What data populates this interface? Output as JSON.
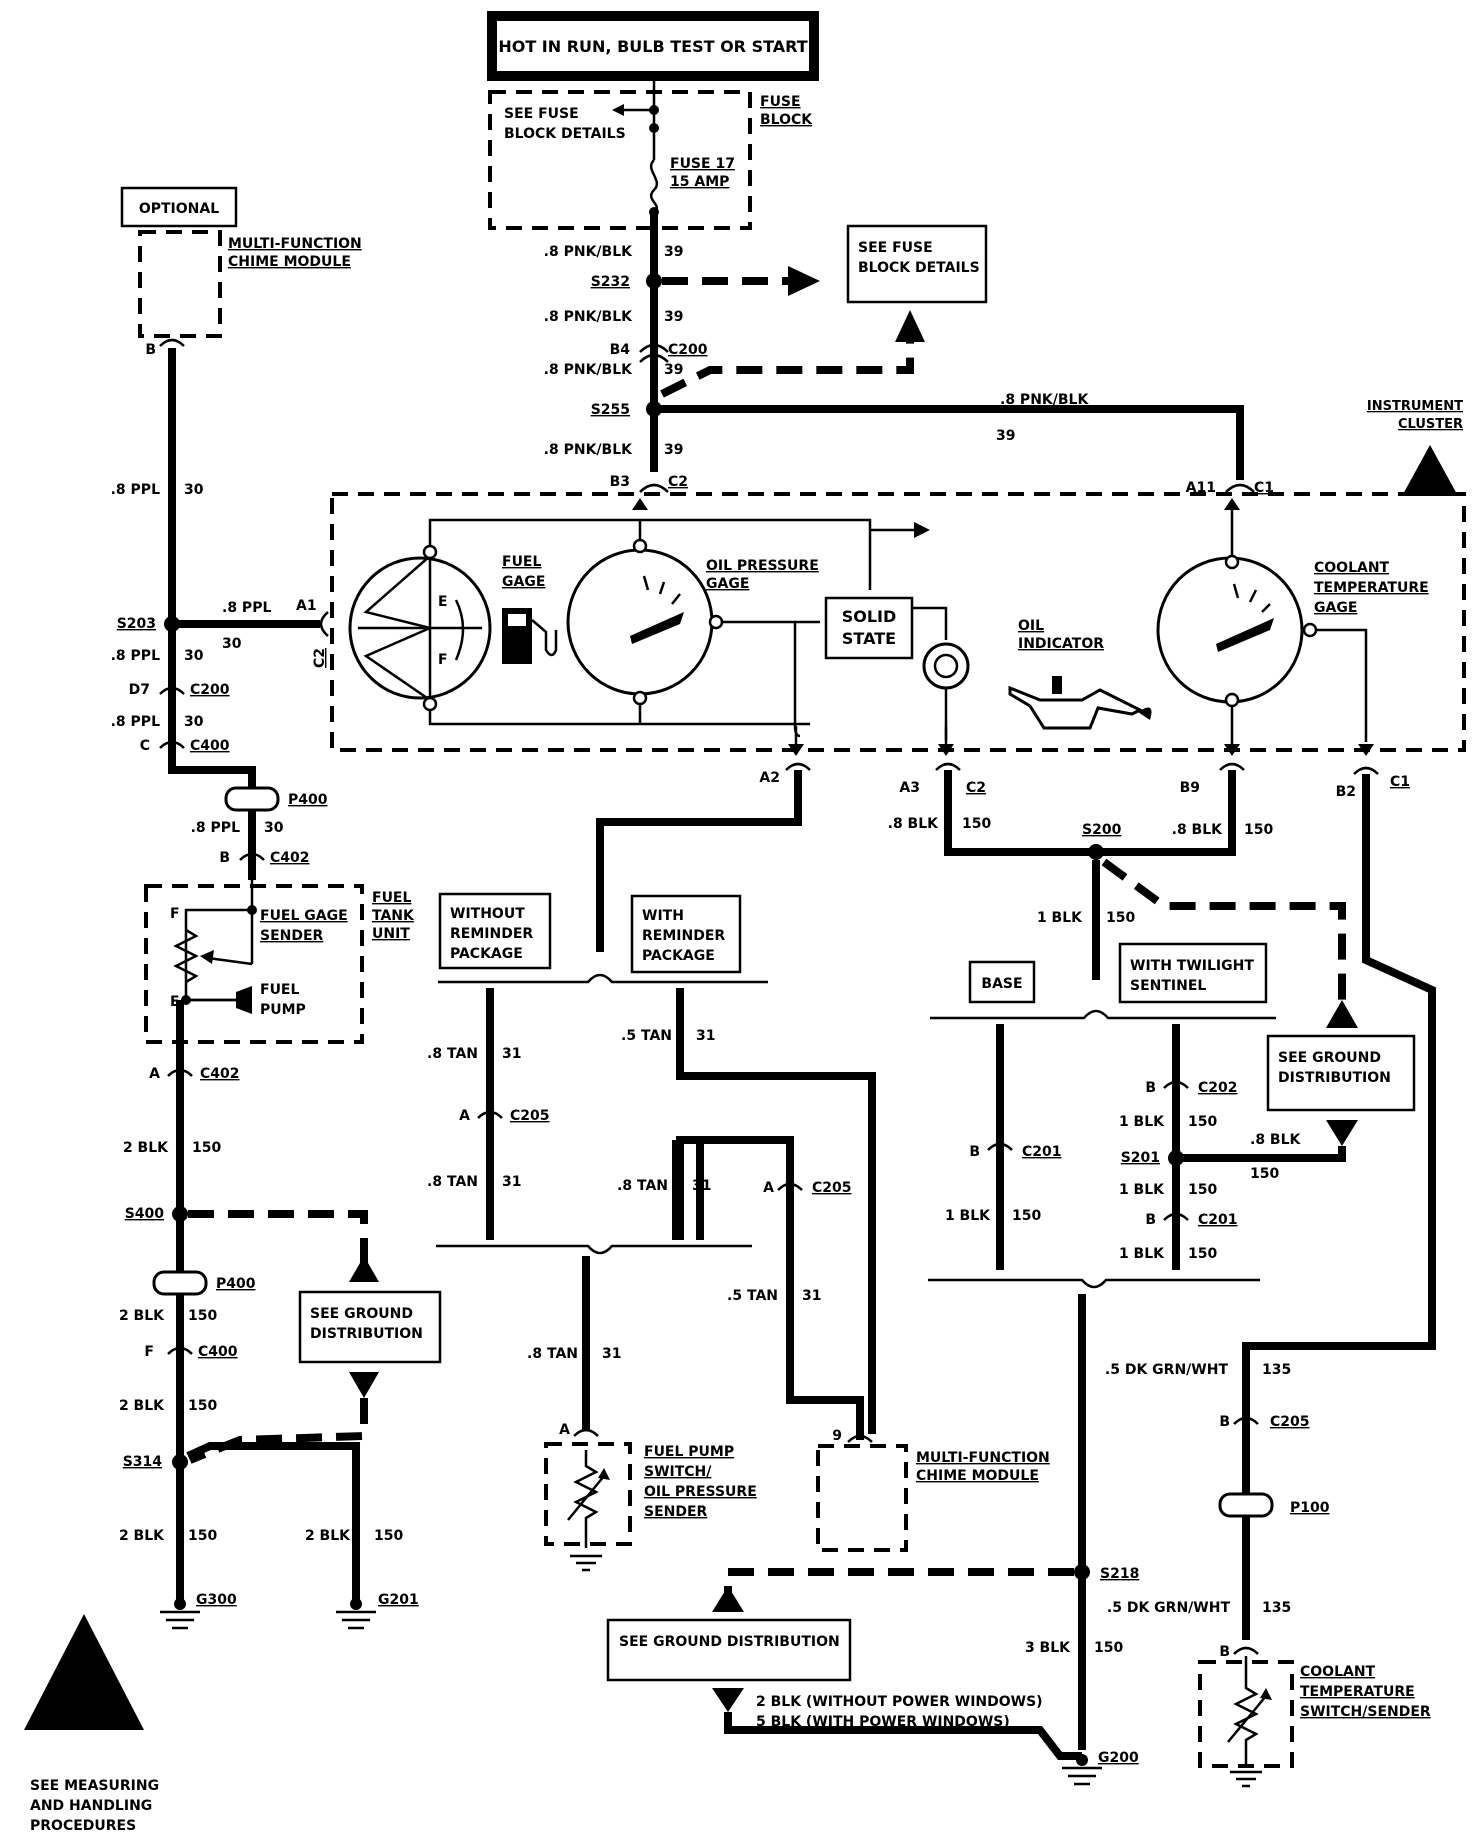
{
  "header": {
    "title": "HOT IN RUN, BULB TEST OR START"
  },
  "fuse_block": {
    "see_details": [
      "SEE FUSE",
      "BLOCK DETAILS"
    ],
    "label": [
      "FUSE",
      "BLOCK"
    ],
    "fuse": [
      "FUSE 17",
      "15 AMP"
    ]
  },
  "see_fuse_block_details": [
    "SEE FUSE",
    "BLOCK DETAILS"
  ],
  "optional": "OPTIONAL",
  "chime_module_top": [
    "MULTI-FUNCTION",
    "CHIME MODULE"
  ],
  "chime_module_bottom": [
    "MULTI-FUNCTION",
    "CHIME MODULE"
  ],
  "instrument_cluster": [
    "INSTRUMENT",
    "CLUSTER"
  ],
  "gauges": {
    "fuel": [
      "FUEL",
      "GAGE"
    ],
    "oil_pressure": [
      "OIL PRESSURE",
      "GAGE"
    ],
    "solid_state": [
      "SOLID",
      "STATE"
    ],
    "oil_indicator": [
      "OIL",
      "INDICATOR"
    ],
    "coolant": [
      "COOLANT",
      "TEMPERATURE",
      "GAGE"
    ],
    "fuel_e": "E",
    "fuel_f": "F"
  },
  "fuel_tank_unit": {
    "label": [
      "FUEL",
      "TANK",
      "UNIT"
    ],
    "sender": [
      "FUEL GAGE",
      "SENDER"
    ],
    "pump": [
      "FUEL",
      "PUMP"
    ],
    "pin_f": "F",
    "pin_e": "E"
  },
  "packages": {
    "without": [
      "WITHOUT",
      "REMINDER",
      "PACKAGE"
    ],
    "with": [
      "WITH",
      "REMINDER",
      "PACKAGE"
    ],
    "base": "BASE",
    "twilight": [
      "WITH TWILIGHT",
      "SENTINEL"
    ]
  },
  "ground_distribution": {
    "left": [
      "SEE GROUND",
      "DISTRIBUTION"
    ],
    "right": [
      "SEE GROUND",
      "DISTRIBUTION"
    ],
    "bottom": "SEE GROUND DISTRIBUTION"
  },
  "sensors": {
    "fuel_pump_switch": [
      "FUEL PUMP",
      "SWITCH/",
      "OIL PRESSURE",
      "SENDER"
    ],
    "coolant_switch": [
      "COOLANT",
      "TEMPERATURE",
      "SWITCH/SENDER"
    ]
  },
  "esd_note": [
    "SEE MEASURING",
    "AND HANDLING",
    "PROCEDURES"
  ],
  "wire_labels": {
    "w1": ".8 PNK/BLK",
    "n1": "39",
    "s232": "S232",
    "w2": ".8 PNK/BLK",
    "n2": "39",
    "b4": "B4",
    "c200a": "C200",
    "w3": ".8 PNK/BLK",
    "n3": "39",
    "s255": "S255",
    "w4": ".8 PNK/BLK",
    "n4": "39",
    "b3": "B3",
    "c2a": "C2",
    "w5": ".8 PNK/BLK",
    "n5": "39",
    "a11": "A11",
    "c1a": "C1",
    "pin_b_top": "B",
    "w6": ".8 PPL",
    "n6": "30",
    "s203": "S203",
    "w7": ".8 PPL",
    "n7": "30",
    "a1": "A1",
    "c2b": "C2",
    "w8": ".8 PPL",
    "n8": "30",
    "d7": "D7",
    "c200b": "C200",
    "w9": ".8 PPL",
    "n9": "30",
    "pin_c": "C",
    "c400a": "C400",
    "p400a": "P400",
    "w10": ".8 PPL",
    "n10": "30",
    "pin_b2": "B",
    "c402a": "C402",
    "pin_a": "A",
    "c402b": "C402",
    "w11": "2 BLK",
    "n11": "150",
    "s400": "S400",
    "p400b": "P400",
    "w12": "2 BLK",
    "n12": "150",
    "pin_f2": "F",
    "c400b": "C400",
    "w13": "2 BLK",
    "n13": "150",
    "s314": "S314",
    "w14": "2 BLK",
    "n14": "150",
    "w15": "2 BLK",
    "n15": "150",
    "g300": "G300",
    "g201": "G201",
    "a2": "A2",
    "a3": "A3",
    "c2c": "C2",
    "b9": "B9",
    "b2": "B2",
    "c1b": "C1",
    "w16": ".8 BLK",
    "n16": "150",
    "s200": "S200",
    "w17": ".8 BLK",
    "n17": "150",
    "w18": "1 BLK",
    "n18": "150",
    "w19": ".8 TAN",
    "n19": "31",
    "pin_a2": "A",
    "c205a": "C205",
    "w20": ".8 TAN",
    "n20": "31",
    "w21": ".5 TAN",
    "n21": "31",
    "w22": ".8 TAN",
    "n22": "31",
    "pin_a3": "A",
    "c205b": "C205",
    "w23": ".5 TAN",
    "n23": "31",
    "w24": ".8 TAN",
    "n24": "31",
    "pin_a4": "A",
    "pin_9": "9",
    "pin_b3": "B",
    "c202": "C202",
    "w25": "1 BLK",
    "n25": "150",
    "s201": "S201",
    "w26": ".8 BLK",
    "n26": "150",
    "pin_b4": "B",
    "c201a": "C201",
    "w27": "1 BLK",
    "n27": "150",
    "w28": "1 BLK",
    "n28": "150",
    "pin_b5": "B",
    "c201b": "C201",
    "w29": "1 BLK",
    "n29": "150",
    "w30": ".5 DK GRN/WHT",
    "n30": "135",
    "pin_b6": "B",
    "c205c": "C205",
    "p100": "P100",
    "w31": ".5 DK GRN/WHT",
    "n31": "135",
    "pin_b7": "B",
    "s218": "S218",
    "w32": "3 BLK",
    "n32": "150",
    "g200": "G200",
    "w33": "2 BLK (WITHOUT POWER WINDOWS)",
    "w34": "5 BLK (WITH POWER WINDOWS)"
  }
}
